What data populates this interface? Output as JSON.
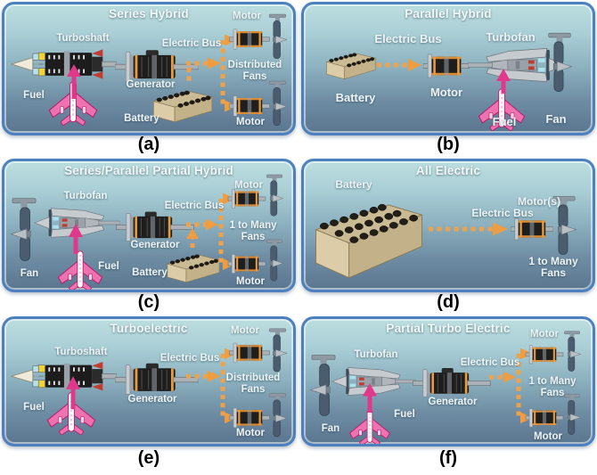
{
  "figure": {
    "background": "#ffffff"
  },
  "colors": {
    "panel_border": "#4d80bf",
    "panel_top": "#bcdedf",
    "panel_bottom": "#5b7690",
    "bus_orange": "#f0a24a",
    "arrow_orange": "#ef9d43",
    "fuel_pink": "#e0388a",
    "battery_tan": "#dccda8",
    "label_text": "#eef4f5"
  },
  "panels": [
    {
      "caption": "(a)",
      "title": "Series Hybrid",
      "labels": {
        "engine": "Turboshaft",
        "fuel": "Fuel",
        "generator": "Generator",
        "bus": "Electric Bus",
        "battery": "Battery",
        "motor_top": "Motor",
        "fans": "Distributed Fans",
        "motor_bottom": "Motor"
      }
    },
    {
      "caption": "(b)",
      "title": "Parallel Hybrid",
      "labels": {
        "bus": "Electric Bus",
        "battery": "Battery",
        "motor": "Motor",
        "engine": "Turbofan",
        "fuel": "Fuel",
        "fan": "Fan"
      }
    },
    {
      "caption": "(c)",
      "title": "Series/Parallel Partial Hybrid",
      "labels": {
        "fan": "Fan",
        "engine": "Turbofan",
        "fuel": "Fuel",
        "generator": "Generator",
        "bus": "Electric Bus",
        "battery": "Battery",
        "motor_top": "Motor",
        "fans": "1 to Many Fans",
        "motor_bottom": "Motor"
      }
    },
    {
      "caption": "(d)",
      "title": "All Electric",
      "labels": {
        "battery": "Battery",
        "bus": "Electric Bus",
        "motor": "Motor(s)",
        "fans": "1 to Many Fans"
      }
    },
    {
      "caption": "(e)",
      "title": "Turboelectric",
      "labels": {
        "engine": "Turboshaft",
        "fuel": "Fuel",
        "generator": "Generator",
        "bus": "Electric Bus",
        "motor_top": "Motor",
        "fans": "Distributed Fans",
        "motor_bottom": "Motor"
      }
    },
    {
      "caption": "(f)",
      "title": "Partial Turbo Electric",
      "labels": {
        "fan": "Fan",
        "engine": "Turbofan",
        "fuel": "Fuel",
        "generator": "Generator",
        "bus": "Electric Bus",
        "motor_top": "Motor",
        "fans": "1 to Many Fans",
        "motor_bottom": "Motor"
      }
    }
  ]
}
